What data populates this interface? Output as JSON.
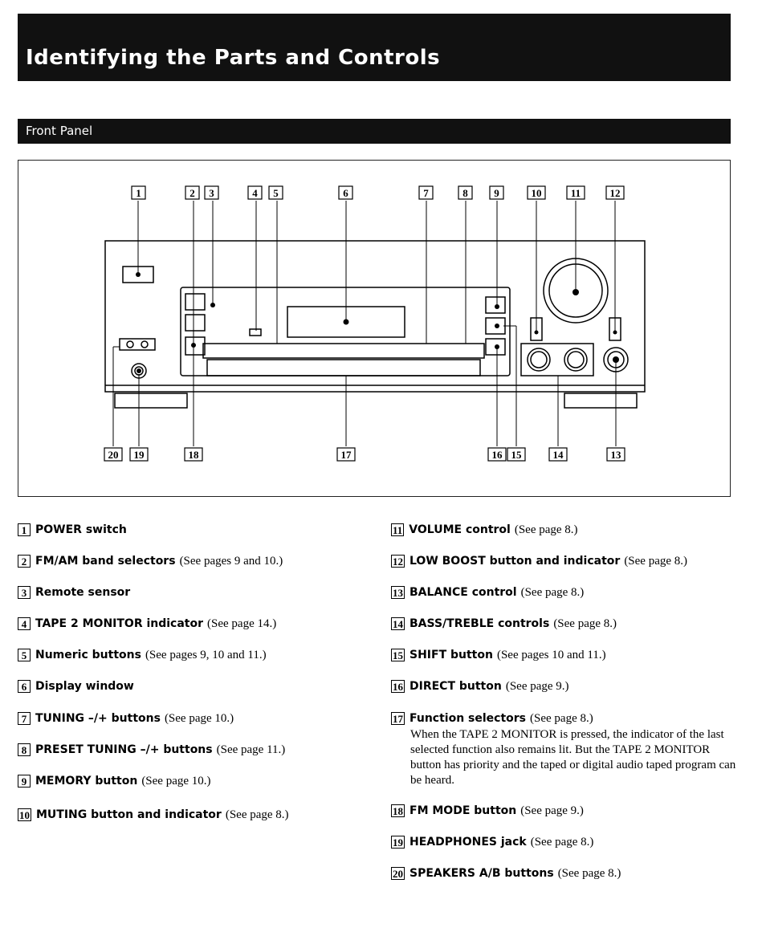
{
  "header": {
    "title": "Identifying the Parts and Controls"
  },
  "section": {
    "title": "Front Panel"
  },
  "diagram": {
    "top_callouts": [
      "1",
      "2",
      "3",
      "4",
      "5",
      "6",
      "7",
      "8",
      "9",
      "10",
      "11",
      "12"
    ],
    "bottom_callouts": [
      "20",
      "19",
      "18",
      "17",
      "16",
      "15",
      "14",
      "13"
    ]
  },
  "items_left": [
    {
      "num": "1",
      "name": "POWER switch",
      "ref": ""
    },
    {
      "num": "2",
      "name": "FM/AM band selectors",
      "ref": "(See pages 9 and 10.)"
    },
    {
      "num": "3",
      "name": "Remote sensor",
      "ref": ""
    },
    {
      "num": "4",
      "name": "TAPE 2 MONITOR indicator",
      "ref": "(See page 14.)"
    },
    {
      "num": "5",
      "name": "Numeric buttons",
      "ref": "(See pages 9, 10 and 11.)"
    },
    {
      "num": "6",
      "name": "Display window",
      "ref": ""
    },
    {
      "num": "7",
      "name": "TUNING –/+ buttons",
      "ref": "(See page 10.)"
    },
    {
      "num": "8",
      "name": "PRESET TUNING –/+ buttons",
      "ref": "(See page 11.)"
    },
    {
      "num": "9",
      "name": "MEMORY button",
      "ref": "(See page 10.)"
    },
    {
      "num": "10",
      "name": "MUTING button and indicator",
      "ref": "(See page 8.)"
    }
  ],
  "items_right": [
    {
      "num": "11",
      "name": "VOLUME control",
      "ref": "(See page 8.)"
    },
    {
      "num": "12",
      "name": "LOW BOOST button and indicator",
      "ref": "(See page 8.)"
    },
    {
      "num": "13",
      "name": "BALANCE control",
      "ref": "(See page 8.)"
    },
    {
      "num": "14",
      "name": "BASS/TREBLE controls",
      "ref": "(See page 8.)"
    },
    {
      "num": "15",
      "name": "SHIFT button",
      "ref": "(See pages 10 and 11.)"
    },
    {
      "num": "16",
      "name": "DIRECT button",
      "ref": "(See page 9.)"
    },
    {
      "num": "17",
      "name": "Function selectors",
      "ref": "(See page 8.)"
    },
    {
      "num": "18",
      "name": "FM MODE button",
      "ref": "(See page 9.)"
    },
    {
      "num": "19",
      "name": "HEADPHONES jack",
      "ref": "(See page 8.)"
    },
    {
      "num": "20",
      "name": "SPEAKERS A/B buttons",
      "ref": "(See page 8.)"
    }
  ],
  "function_note": "When the TAPE 2 MONITOR is pressed, the indicator of the last selected function also remains lit. But the TAPE 2 MONITOR button has priority and the taped or digital audio taped program can be heard."
}
